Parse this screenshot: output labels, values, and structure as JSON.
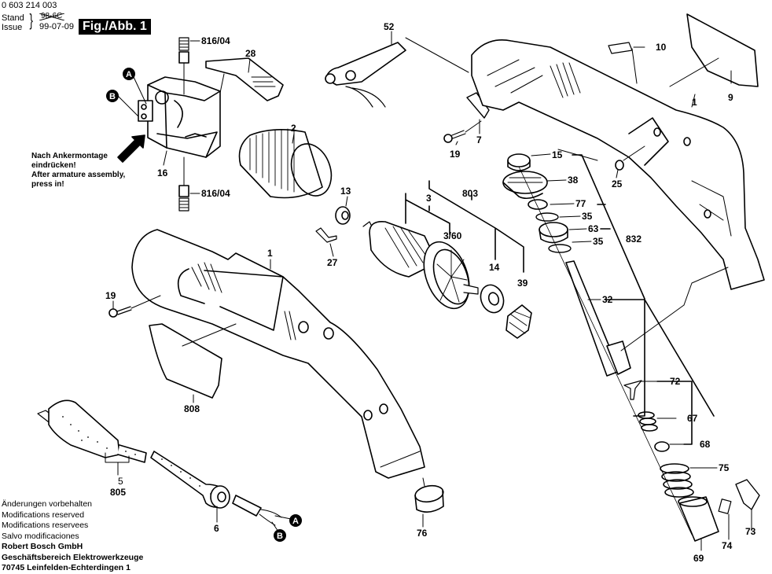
{
  "header": {
    "part_number": "0 603 214 003",
    "stand_label": "Stand",
    "issue_label": "Issue",
    "old_date": "98-6C",
    "date": "99-07-09",
    "figure_title": "Fig./Abb. 1"
  },
  "assembly_note": {
    "line1": "Nach Ankermontage",
    "line2": "eindrücken!",
    "line3": "After armature assembly,",
    "line4": "press in!"
  },
  "footer": {
    "lines": [
      "Änderungen vorbehalten",
      "Modifications reserved",
      "Modifications reservees",
      "Salvo modificaciones"
    ],
    "company": "Robert Bosch GmbH",
    "division": "Geschäftsbereich Elektrowerkzeuge",
    "address": "70745 Leinfelden-Echterdingen 1"
  },
  "connectors": {
    "a": "A",
    "b": "B"
  },
  "parts": {
    "brush_top": "816/04",
    "brush_bottom": "816/04",
    "switch_slider": "28",
    "brush_holder": "16",
    "switch": "52",
    "field": "2",
    "bearing_13": "13",
    "clip_27": "27",
    "housing_left": "1",
    "screw_left": "19",
    "label_808": "808",
    "cable_plug_5": "5",
    "cable_plug_805": "805",
    "grommet": "6",
    "cap": "76",
    "armature_3": "3",
    "armature_set": "803",
    "armature_fan": "3/60",
    "bearing_14": "14",
    "pinion": "39",
    "strain_relief": "7",
    "screw_right": "19",
    "plate_10": "10",
    "nameplate": "9",
    "housing_right": "1",
    "pin_25": "25",
    "bearing_15": "15",
    "gear": "38",
    "washer_77": "77",
    "ring_35a": "35",
    "bearing_63": "63",
    "ring_35b": "35",
    "gear_set": "832",
    "spindle": "32",
    "key": "72",
    "spring_67": "67",
    "nut_68": "68",
    "spring_75": "75",
    "spring_74": "74",
    "lever": "73",
    "sleeve": "69"
  }
}
